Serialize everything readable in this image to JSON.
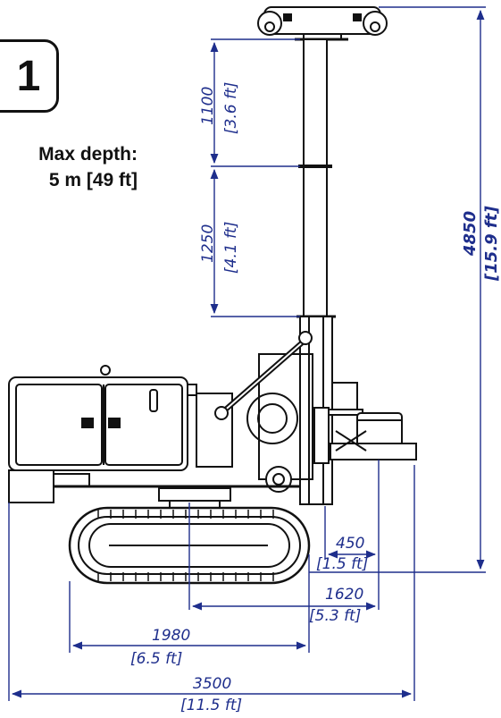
{
  "badge": {
    "number": "1"
  },
  "max_depth": {
    "line1": "Max depth:",
    "line2": "5 m [49 ft]"
  },
  "dimensions": {
    "mast_top": {
      "mm": "1100",
      "ft": "[3.6 ft]"
    },
    "mast_mid": {
      "mm": "1250",
      "ft": "[4.1 ft]"
    },
    "total_height": {
      "mm": "4850",
      "ft": "[15.9 ft]"
    },
    "offset_450": {
      "mm": "450",
      "ft": "[1.5 ft]"
    },
    "offset_1620": {
      "mm": "1620",
      "ft": "[5.3 ft]"
    },
    "track_1980": {
      "mm": "1980",
      "ft": "[6.5 ft]"
    },
    "overall_3500": {
      "mm": "3500",
      "ft": "[11.5 ft]"
    }
  },
  "colors": {
    "dimension": "#1e2e8c",
    "drawing": "#111111"
  }
}
